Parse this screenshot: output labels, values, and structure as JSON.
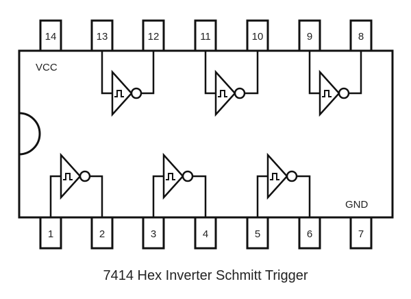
{
  "title": "7414 Hex Inverter Schmitt Trigger",
  "labels": {
    "vcc": "VCC",
    "gnd": "GND"
  },
  "pins_top": [
    "14",
    "13",
    "12",
    "11",
    "10",
    "9",
    "8"
  ],
  "pins_bottom": [
    "1",
    "2",
    "3",
    "4",
    "5",
    "6",
    "7"
  ],
  "colors": {
    "line": "#111111",
    "background": "#ffffff"
  }
}
